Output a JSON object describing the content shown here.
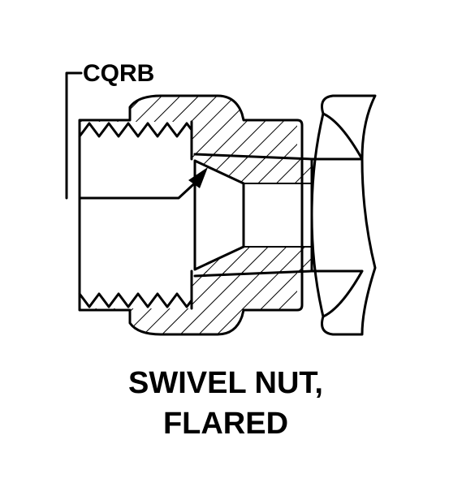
{
  "callout": {
    "code": "CQRB"
  },
  "title": {
    "line1": "SWIVEL NUT,",
    "line2": "FLARED"
  },
  "colors": {
    "ink": "#000000",
    "paper": "#ffffff"
  }
}
